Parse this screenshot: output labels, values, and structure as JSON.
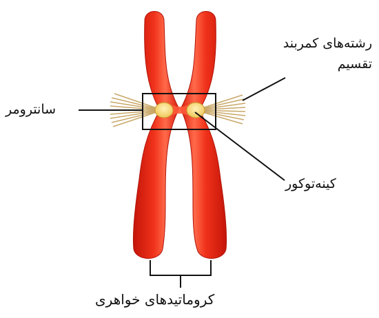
{
  "labels": {
    "spindle_fibers_line1": "رشته‌های کمربند",
    "spindle_fibers_line2": "تقسیم",
    "centromere": "سانترومر",
    "kinetochore": "کینه‌توکور",
    "sister_chromatids": "کروماتیدهای خواهری"
  },
  "colors": {
    "chromatid_fill": "#e8220f",
    "chromatid_highlight": "#ff6a4a",
    "chromatid_shadow": "#b01208",
    "kinetochore_fill": "#f6d77a",
    "kinetochore_stroke": "#c79a2a",
    "fiber_color": "#c9a869",
    "line_color": "#111111"
  }
}
